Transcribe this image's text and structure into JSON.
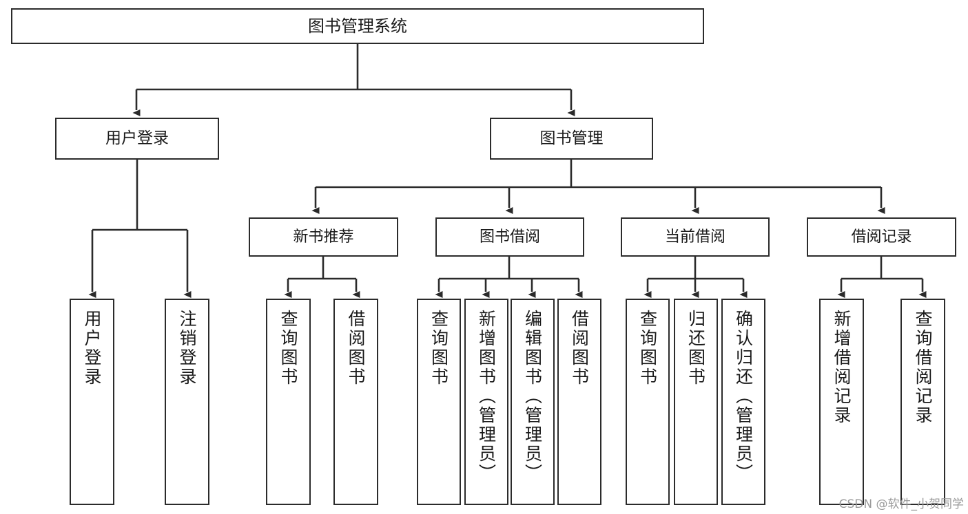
{
  "diagram": {
    "type": "tree",
    "title": "图书管理系统",
    "root": {
      "id": "root",
      "label": "图书管理系统"
    },
    "level1": [
      {
        "id": "user-login",
        "label": "用户登录"
      },
      {
        "id": "book-management",
        "label": "图书管理"
      }
    ],
    "level2": [
      {
        "id": "new-book-recommend",
        "label": "新书推荐",
        "parent": "book-management"
      },
      {
        "id": "book-borrow",
        "label": "图书借阅",
        "parent": "book-management"
      },
      {
        "id": "current-borrow",
        "label": "当前借阅",
        "parent": "book-management"
      },
      {
        "id": "borrow-record",
        "label": "借阅记录",
        "parent": "book-management"
      }
    ],
    "leaves": [
      {
        "id": "leaf-user-login",
        "label": "用户登录",
        "parent": "user-login"
      },
      {
        "id": "leaf-logout-login",
        "label": "注销登录",
        "parent": "user-login"
      },
      {
        "id": "leaf-query-book-1",
        "label": "查询图书",
        "parent": "new-book-recommend"
      },
      {
        "id": "leaf-borrow-book-1",
        "label": "借阅图书",
        "parent": "new-book-recommend"
      },
      {
        "id": "leaf-query-book-2",
        "label": "查询图书",
        "parent": "book-borrow"
      },
      {
        "id": "leaf-add-book",
        "label": "新增图书（管理员）",
        "parent": "book-borrow"
      },
      {
        "id": "leaf-edit-book",
        "label": "编辑图书（管理员）",
        "parent": "book-borrow"
      },
      {
        "id": "leaf-borrow-book-2",
        "label": "借阅图书",
        "parent": "book-borrow"
      },
      {
        "id": "leaf-query-book-3",
        "label": "查询图书",
        "parent": "current-borrow"
      },
      {
        "id": "leaf-return-book",
        "label": "归还图书",
        "parent": "current-borrow"
      },
      {
        "id": "leaf-confirm-return",
        "label": "确认归还（管理员）",
        "parent": "current-borrow"
      },
      {
        "id": "leaf-add-record",
        "label": "新增借阅记录",
        "parent": "borrow-record"
      },
      {
        "id": "leaf-query-record",
        "label": "查询借阅记录",
        "parent": "borrow-record"
      }
    ],
    "colors": {
      "stroke": "#2b2b2b",
      "fill": "#ffffff",
      "text": "#1a1a1a",
      "watermark": "#9a9a9a"
    }
  },
  "watermark": {
    "text": "CSDN @软件_小贺同学"
  }
}
